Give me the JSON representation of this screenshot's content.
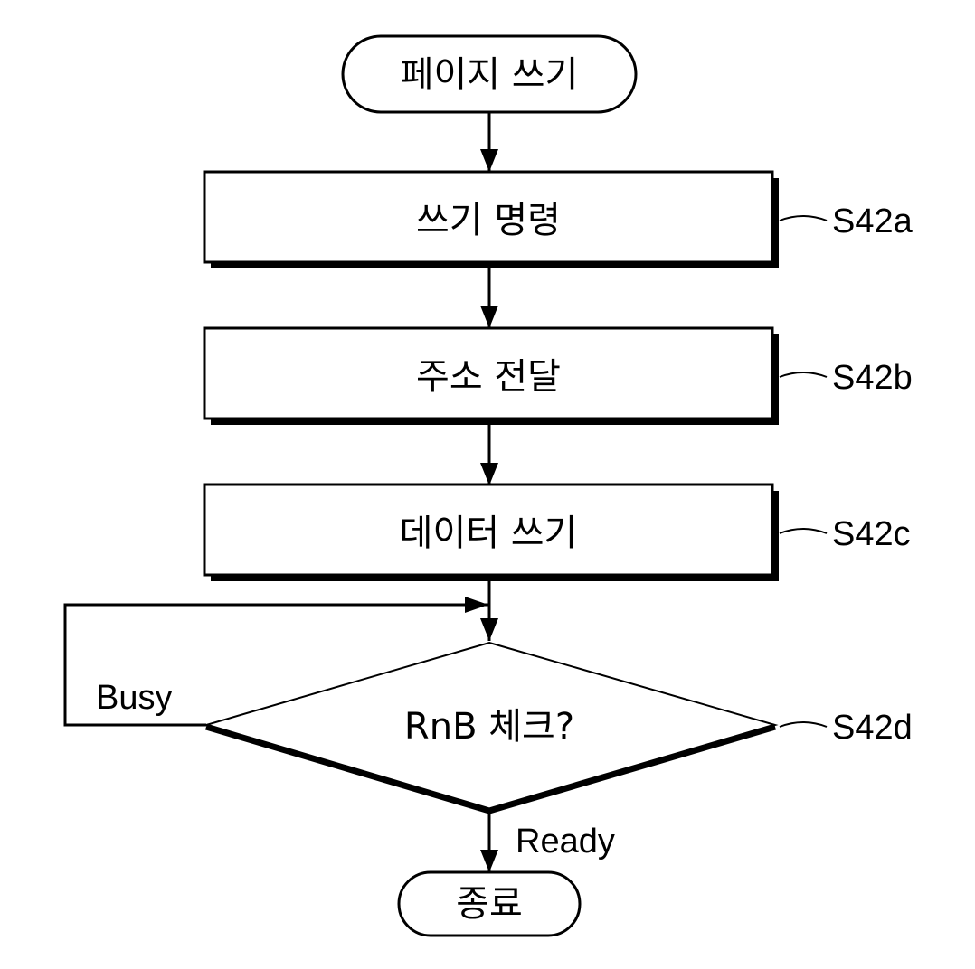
{
  "diagram": {
    "start": {
      "label": "페이지 쓰기"
    },
    "steps": [
      {
        "label": "쓰기 명령",
        "ref": "S42a"
      },
      {
        "label": "주소 전달",
        "ref": "S42b"
      },
      {
        "label": "데이터 쓰기",
        "ref": "S42c"
      }
    ],
    "decision": {
      "label": "RnB 체크?",
      "ref": "S42d"
    },
    "edges": {
      "busy": "Busy",
      "ready": "Ready"
    },
    "end": {
      "label": "종료"
    },
    "colors": {
      "stroke": "#000000",
      "fill": "#ffffff"
    }
  }
}
